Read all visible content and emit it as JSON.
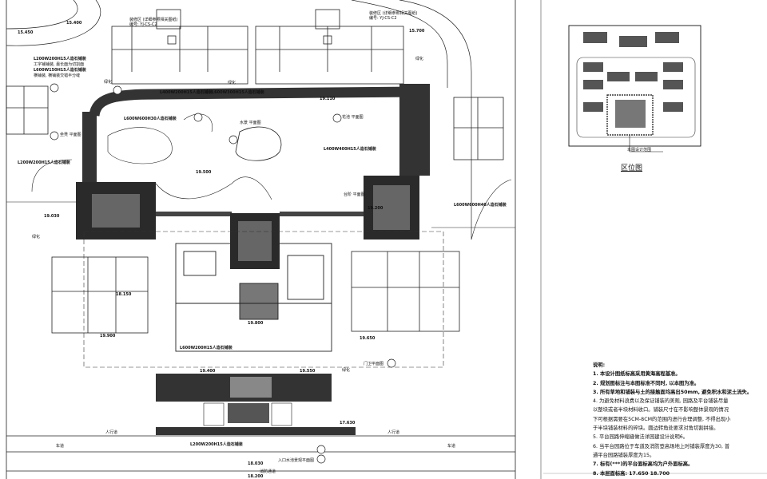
{
  "drawing": {
    "building_labels": [
      "装修区 (详细参照相关图纸)",
      "编号: YJ-CS-C2",
      "装修区 (详细参照相关图纸)",
      "编号: YJ-CS-C2"
    ],
    "green_label": "绿化",
    "road_label": "车道",
    "sidewalk_label": "人行道",
    "fire_lane_label": "消防通道",
    "elevations": [
      "15.450",
      "15.400",
      "15.700",
      "19.110",
      "19.400",
      "19.550",
      "19.900",
      "19.650",
      "19.800",
      "19.500",
      "19.030",
      "18.030",
      "18.200",
      "17.630",
      "19.200",
      "18.150"
    ],
    "callouts": [
      "L200W200H15人造石铺装",
      "L600W150H15人造石铺装",
      "L400W200H15人造石铺装",
      "L600W300H15人造石铺装",
      "L600W600H30人造石铺装",
      "L400W400H15人造石铺装",
      "L200W200H15人造石铺装",
      "L600W200H15人造石铺装",
      "L200W200H15人造石铺装",
      "L600W600H40人造石铺装"
    ],
    "sub_callouts": [
      "工字铺铺装, 最长面为切割面",
      "横铺装, 横铺装交错半分缝"
    ],
    "node_labels": [
      "坐凳 平面图",
      "花池 平面图",
      "水景 平面图",
      "台阶 平面图",
      "入口水池景观平面图",
      "门卫平面图"
    ]
  },
  "key_plan": {
    "title": "区位图",
    "scope_label": "本图设计范围"
  },
  "notes": {
    "heading": "说明:",
    "items": [
      "1. 本设计图纸标高采用黄海高程基准。",
      "2. 规划图标注与本图标准不同时, 以本图为准。",
      "3. 所有草地和铺装与土的接触面均高出50mm, 避免积水和泥土流失。",
      "4. 为避免材料浪费以及保证铺装的美观, 园路及平台铺装尽量",
      "以整块或者半块材料收口。铺装尺寸在不影响整体景观的情况",
      "下可根据需要在5CM-8CM的范围内进行合理调整, 不得出现小",
      "于半块铺装材料的碎块。圆边转角处要求对角切割拼接。",
      "5. 平台园路伸缩缝做法详园建设计说明6。",
      "6. 当平台园路位于车道及消防登高场地上时铺装厚度为30, 普",
      "通平台园路铺装厚度为15。",
      "7. 标有(***)的平台面标高均为户外面标高。",
      "8. 本层面标高: 17.650 18.700"
    ]
  }
}
